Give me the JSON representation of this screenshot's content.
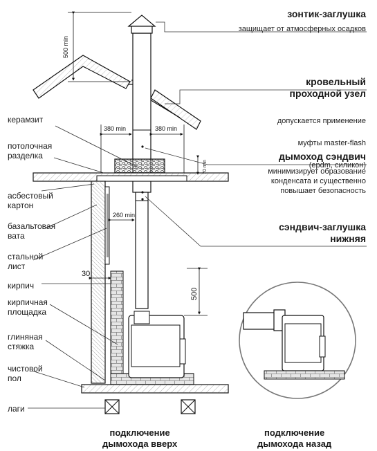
{
  "callouts": [
    {
      "title": "зонтик-заглушка",
      "desc": [
        "защищает от атмосферных осадков"
      ]
    },
    {
      "title": "кровельный\nпроходной узел",
      "desc": [
        "допускается применение",
        "муфты master-flash",
        "(epdm, силикон)"
      ]
    },
    {
      "title": "дымоход сэндвич",
      "desc": [
        "минимизирует образование",
        "конденсата и существенно",
        "повышает безопасность"
      ]
    },
    {
      "title": "сэндвич-заглушка\nнижняя",
      "desc": []
    }
  ],
  "left_labels": [
    "керамзит",
    "потолочная\nразделка",
    "асбестовый\nкартон",
    "базальтовая\nвата",
    "стальной\nлист",
    "кирпич",
    "кирпичная\nплощадка",
    "глиняная\nстяжка",
    "чистовой\nпол",
    "лаги"
  ],
  "dimensions": {
    "chimney_top": "500 min",
    "clear_left": "380 min",
    "clear_right": "380 min",
    "ceiling_gap": "70 min",
    "wall_gap": "260 min",
    "wall_offset": "30",
    "stove_height": "500"
  },
  "captions": {
    "up": "подключение\nдымохода вверх",
    "back": "подключение\nдымохода назад"
  }
}
